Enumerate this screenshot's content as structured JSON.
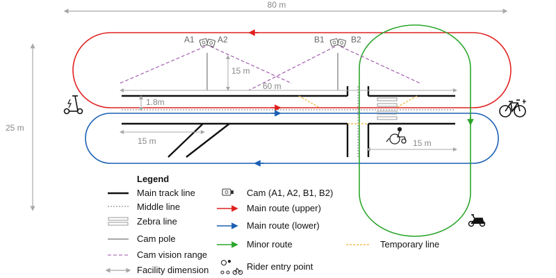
{
  "dimensions": {
    "width_total": "80 m",
    "height_total": "25 m",
    "track_length": "60 m",
    "pole_height": "15 m",
    "lane_gap": "1.8m",
    "diagonal_length": "15 m",
    "right_length": "15 m"
  },
  "cameras": {
    "a1": "A1",
    "a2": "A2",
    "b1": "B1",
    "b2": "B2"
  },
  "legend": {
    "title": "Legend",
    "main_track_line": "Main track line",
    "middle_line": "Middle line",
    "zebra_line": "Zebra line",
    "cam_pole": "Cam pole",
    "cam_vision_range": "Cam vision range",
    "facility_dimension": "Facility dimension",
    "cam": "Cam (A1, A2, B1, B2)",
    "main_route_upper": "Main route (upper)",
    "main_route_lower": "Main route (lower)",
    "minor_route": "Minor route",
    "temporary_line": "Temporary line",
    "rider_entry_point": "Rider entry point"
  },
  "colors": {
    "upper_route": "#e02020",
    "lower_route": "#1a5fb4",
    "minor_route": "#2aa52a",
    "temporary_line": "#f0b030",
    "cam_vision": "#9b4fa8",
    "dimension": "#a8a8a8",
    "track": "#111111"
  },
  "icons": [
    "e-scooter-icon",
    "bicycle-icon",
    "scooter-icon",
    "wheelchair-icon",
    "camera-icon"
  ]
}
